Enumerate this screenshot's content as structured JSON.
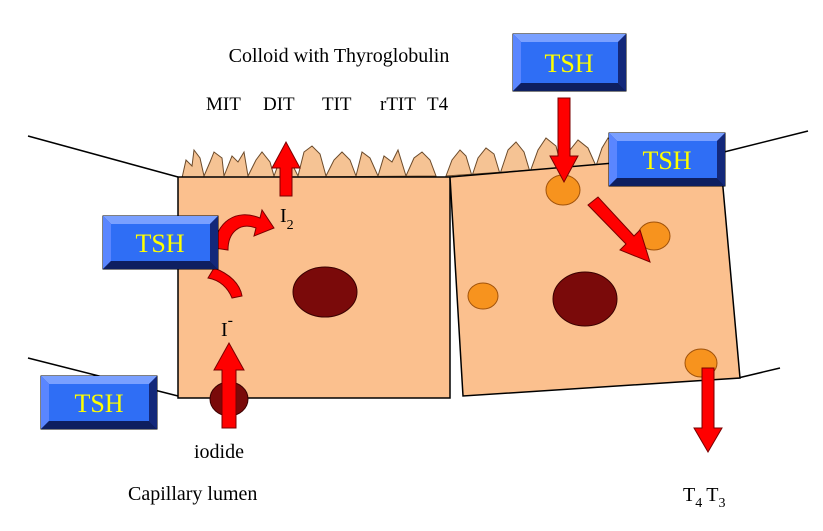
{
  "labels": {
    "colloid": "Colloid with Thyroglobulin",
    "iodinated": [
      "MIT",
      "DIT",
      "TIT",
      "rTIT",
      "T4"
    ],
    "i2_base": "I",
    "i2_sub": "2",
    "iminus_base": "I",
    "iminus_sup": "-",
    "iodide": "iodide",
    "capillary": "Capillary lumen",
    "t4": "T",
    "t4_sub": "4",
    "t3": "T",
    "t3_sub": "3"
  },
  "tsh_boxes": [
    {
      "id": "tsh-top",
      "label": "TSH"
    },
    {
      "id": "tsh-right",
      "label": "TSH"
    },
    {
      "id": "tsh-left",
      "label": "TSH"
    },
    {
      "id": "tsh-bottom-left",
      "label": "TSH"
    }
  ],
  "colors": {
    "cell_fill": "#fbc08e",
    "villi_fill": "#f5c394",
    "nucleus": "#7a0a0a",
    "droplet": "#f7931e",
    "arrow": "#ff0000",
    "tsh_face": "#2f6ef5",
    "tsh_text": "#ffff00"
  }
}
